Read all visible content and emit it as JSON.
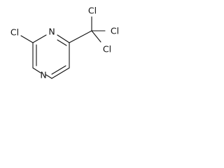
{
  "molecule": {
    "atoms": {
      "cl_ring": "Cl",
      "n_top": "N",
      "n_bottom": "N",
      "cl_top": "Cl",
      "cl_right": "Cl",
      "cl_bottom": "Cl"
    }
  }
}
